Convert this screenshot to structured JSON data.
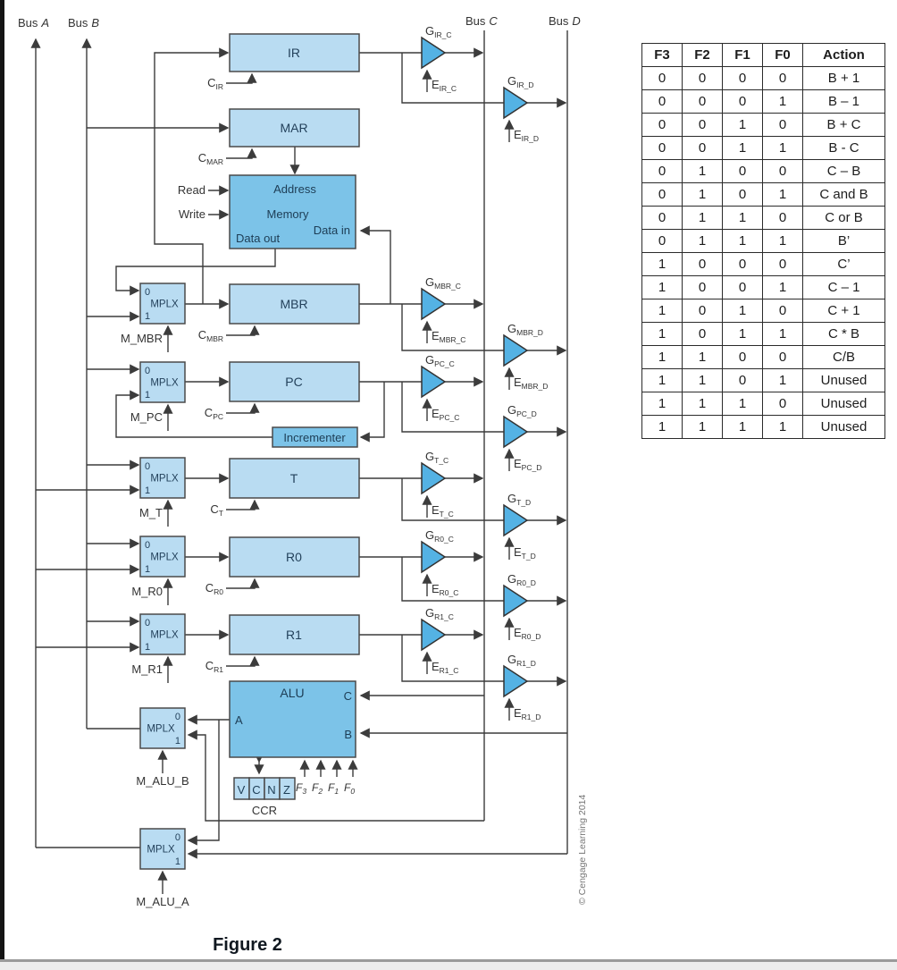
{
  "buses": [
    {
      "word": "Bus",
      "letter": "A"
    },
    {
      "word": "Bus",
      "letter": "B"
    },
    {
      "word": "Bus",
      "letter": "C"
    },
    {
      "word": "Bus",
      "letter": "D"
    }
  ],
  "registers": {
    "ir": "IR",
    "mar": "MAR",
    "mbr": "MBR",
    "pc": "PC",
    "t": "T",
    "r0": "R0",
    "r1": "R1"
  },
  "memory": {
    "address": "Address",
    "title": "Memory",
    "data_out": "Data out",
    "data_in": "Data in",
    "read": "Read",
    "write": "Write"
  },
  "incrementer": "Incrementer",
  "mplx_label": "MPLX",
  "mplx_in0": "0",
  "mplx_in1": "1",
  "selects": [
    "M_MBR",
    "M_PC",
    "M_T",
    "M_R0",
    "M_R1",
    "M_ALU_B",
    "M_ALU_A"
  ],
  "clocks": [
    {
      "main": "C",
      "sub": "IR"
    },
    {
      "main": "C",
      "sub": "MAR"
    },
    {
      "main": "C",
      "sub": "MBR"
    },
    {
      "main": "C",
      "sub": "PC"
    },
    {
      "main": "C",
      "sub": "T"
    },
    {
      "main": "C",
      "sub": "R0"
    },
    {
      "main": "C",
      "sub": "R1"
    }
  ],
  "buffers": [
    {
      "g": "G",
      "g_sub": "IR_C",
      "e": "E",
      "e_sub": "IR_C"
    },
    {
      "g": "G",
      "g_sub": "IR_D",
      "e": "E",
      "e_sub": "IR_D"
    },
    {
      "g": "G",
      "g_sub": "MBR_C",
      "e": "E",
      "e_sub": "MBR_C"
    },
    {
      "g": "G",
      "g_sub": "MBR_D",
      "e": "E",
      "e_sub": "MBR_D"
    },
    {
      "g": "G",
      "g_sub": "PC_C",
      "e": "E",
      "e_sub": "PC_C"
    },
    {
      "g": "G",
      "g_sub": "PC_D",
      "e": "E",
      "e_sub": "PC_D"
    },
    {
      "g": "G",
      "g_sub": "T_C",
      "e": "E",
      "e_sub": "T_C"
    },
    {
      "g": "G",
      "g_sub": "T_D",
      "e": "E",
      "e_sub": "T_D"
    },
    {
      "g": "G",
      "g_sub": "R0_C",
      "e": "E",
      "e_sub": "R0_C"
    },
    {
      "g": "G",
      "g_sub": "R0_D",
      "e": "E",
      "e_sub": "R0_D"
    },
    {
      "g": "G",
      "g_sub": "R1_C",
      "e": "E",
      "e_sub": "R1_C"
    },
    {
      "g": "G",
      "g_sub": "R1_D",
      "e": "E",
      "e_sub": "R1_D"
    }
  ],
  "alu": {
    "label": "ALU",
    "port_a": "A",
    "port_b": "B",
    "port_c": "C",
    "f_inputs": [
      {
        "main": "F",
        "sub": "3"
      },
      {
        "main": "F",
        "sub": "2"
      },
      {
        "main": "F",
        "sub": "1"
      },
      {
        "main": "F",
        "sub": "0"
      }
    ]
  },
  "ccr": {
    "flags": [
      "V",
      "C",
      "N",
      "Z"
    ],
    "label": "CCR"
  },
  "table": {
    "headers": [
      "F3",
      "F2",
      "F1",
      "F0",
      "Action"
    ],
    "rows": [
      [
        "0",
        "0",
        "0",
        "0",
        "B + 1"
      ],
      [
        "0",
        "0",
        "0",
        "1",
        "B – 1"
      ],
      [
        "0",
        "0",
        "1",
        "0",
        "B + C"
      ],
      [
        "0",
        "0",
        "1",
        "1",
        "B - C"
      ],
      [
        "0",
        "1",
        "0",
        "0",
        "C – B"
      ],
      [
        "0",
        "1",
        "0",
        "1",
        "C and B"
      ],
      [
        "0",
        "1",
        "1",
        "0",
        "C or B"
      ],
      [
        "0",
        "1",
        "1",
        "1",
        "B’"
      ],
      [
        "1",
        "0",
        "0",
        "0",
        "C’"
      ],
      [
        "1",
        "0",
        "0",
        "1",
        "C – 1"
      ],
      [
        "1",
        "0",
        "1",
        "0",
        "C + 1"
      ],
      [
        "1",
        "0",
        "1",
        "1",
        "C * B"
      ],
      [
        "1",
        "1",
        "0",
        "0",
        "C/B"
      ],
      [
        "1",
        "1",
        "0",
        "1",
        "Unused"
      ],
      [
        "1",
        "1",
        "1",
        "0",
        "Unused"
      ],
      [
        "1",
        "1",
        "1",
        "1",
        "Unused"
      ]
    ]
  },
  "caption": "Figure 2",
  "copyright": "© Cengage Learning 2014",
  "colors": {
    "register_fill": "#b9dcf2",
    "block_fill": "#7cc3e8",
    "buffer_fill": "#54b2e4",
    "wire": "#3c3c3c"
  }
}
